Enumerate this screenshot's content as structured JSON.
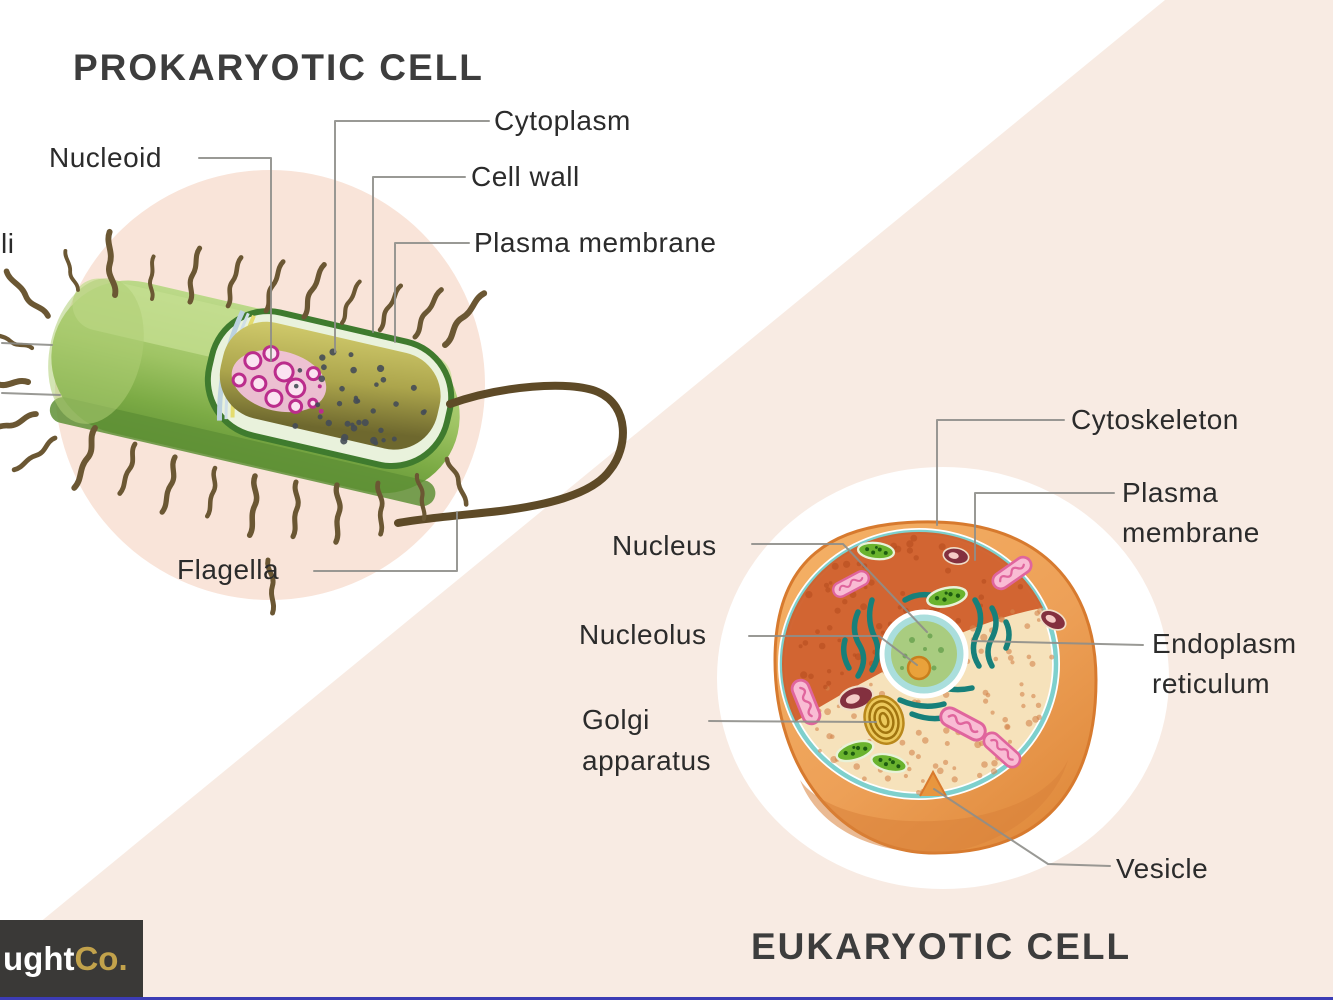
{
  "prokaryotic_section": {
    "title": "PROKARYOTIC CELL",
    "labels": {
      "cytoplasm": "Cytoplasm",
      "cell_wall": "Cell wall",
      "plasma_membrane": "Plasma membrane",
      "nucleoid": "Nucleoid",
      "pili_cut": "li",
      "flagella": "Flagella"
    }
  },
  "eukaryotic_section": {
    "title": "EUKARYOTIC CELL",
    "labels": {
      "cytoskeleton": "Cytoskeleton",
      "plasma_membrane_line1": "Plasma",
      "plasma_membrane_line2": "membrane",
      "nucleus": "Nucleus",
      "nucleolus": "Nucleolus",
      "golgi_line1": "Golgi",
      "golgi_line2": "apparatus",
      "er_line1": "Endoplasm",
      "er_line2": "reticulum",
      "vesicle": "Vesicle"
    }
  },
  "logo": {
    "part_white": "ught",
    "part_gold": "Co."
  },
  "colors": {
    "peach": "#f8ebe3",
    "pink_blob": "#f9e4d9",
    "title_text": "#3d3d3d",
    "label_text": "#2b2b2b",
    "connector": "#8e8e8a",
    "logo_bg": "#3a3937",
    "logo_gold": "#c2a24b",
    "bottom_bar": "#3c3cb5",
    "bacterium_green": "#8fbb55",
    "cytoplasm_olive": "#cfc96a",
    "nucleoid_pink": "#bb2d8c",
    "flagellum_brown": "#5e4a27",
    "cell_orange": "#e8964a",
    "membrane_teal": "#7ed0cd",
    "nucleus_green": "#a9cc80",
    "nucleolus_orange": "#e9a23b",
    "er_teal": "#17807a",
    "mitochondria_pink": "#f9bcd4",
    "golgi_yellow": "#ecc95c",
    "organelle_green": "#6ab32e",
    "organelle_maroon": "#83303f"
  }
}
